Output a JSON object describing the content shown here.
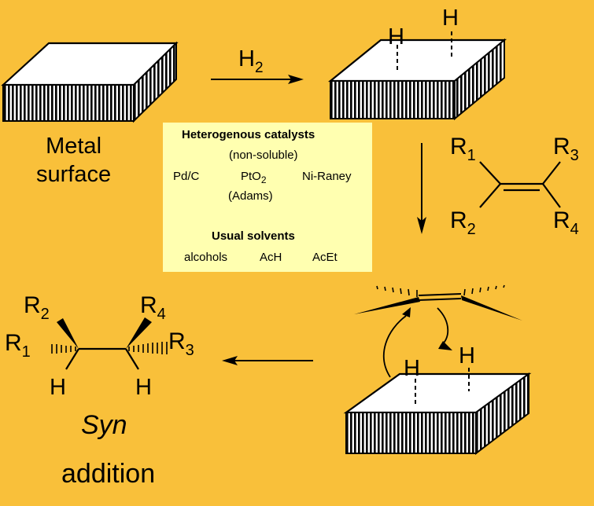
{
  "metal_surface": {
    "line1": "Metal",
    "line2": "surface"
  },
  "step1_reagent": {
    "symbol": "H",
    "subscript": "2"
  },
  "adsorbed_hydrogen": {
    "h_left": "H",
    "h_right": "H"
  },
  "alkene": {
    "r1": "R",
    "r1_sub": "1",
    "r2": "R",
    "r2_sub": "2",
    "r3": "R",
    "r3_sub": "3",
    "r4": "R",
    "r4_sub": "4"
  },
  "approach": {
    "h_left": "H",
    "h_right": "H"
  },
  "product": {
    "r1": "R",
    "r1_sub": "1",
    "r2": "R",
    "r2_sub": "2",
    "r3": "R",
    "r3_sub": "3",
    "r4": "R",
    "r4_sub": "4",
    "h_left": "H",
    "h_right": "H"
  },
  "result": {
    "syn": "Syn",
    "addition": "addition"
  },
  "catalysts_box": {
    "title": "Heterogenous catalysts",
    "subtitle": "(non-soluble)",
    "catalyst_1": "Pd/C",
    "catalyst_2_main": "PtO",
    "catalyst_2_sub": "2",
    "catalyst_2_note": "(Adams)",
    "catalyst_3": "Ni-Raney",
    "solvents_title": "Usual solvents",
    "solvent_1": "alcohols",
    "solvent_2": "AcH",
    "solvent_3": "AcEt"
  },
  "colors": {
    "background": "#F9C03A",
    "info_box": "#FFFFB0",
    "ink": "#000000"
  }
}
